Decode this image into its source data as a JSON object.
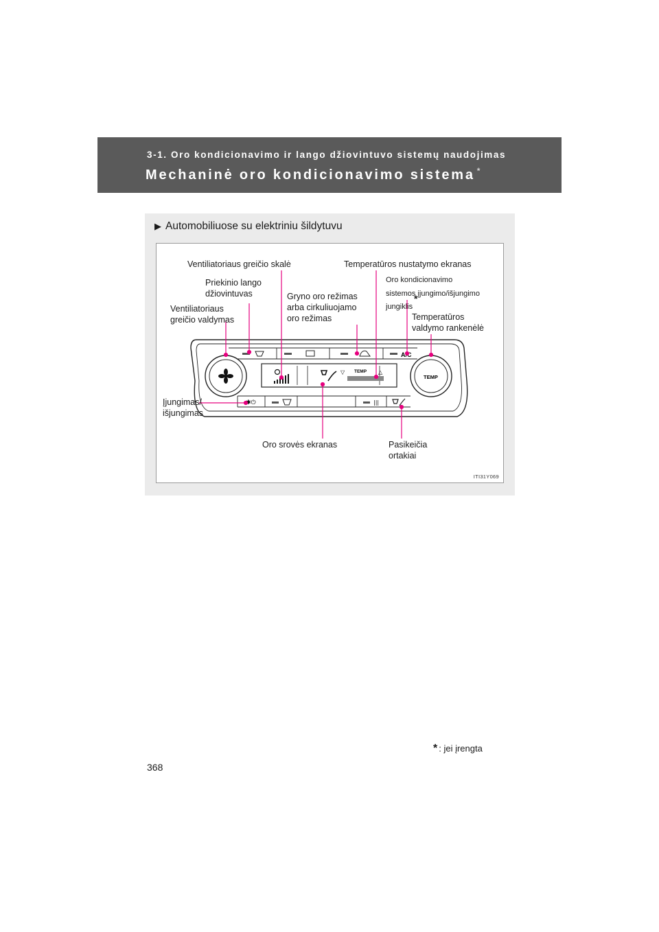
{
  "header": {
    "section": "3-1. Oro kondicionavimo ir lango džiovintuvo sistemų naudojimas",
    "title": "Mechaninė oro kondicionavimo sistema",
    "title_marker": "*"
  },
  "panel": {
    "variant_marker": "▶",
    "variant_title": "Automobiliuose su elektriniu šildytuvu"
  },
  "figure": {
    "code": "ITI31Y069",
    "labels": {
      "fan_speed_scale": "Ventiliatoriaus greičio skalė",
      "temp_display": "Temperatūros nustatymo ekranas",
      "windshield_l1": "Priekinio   lango",
      "windshield_l2": "džiovintuvas",
      "fresh_air_l1": "Gryno   oro   režimas",
      "fresh_air_l2": "arba    cirkuliuojamo",
      "fresh_air_l3": "oro režimas",
      "ac_l1": "Oro kondicionavimo",
      "ac_l2": "sistemos įjungimo/išjungimo",
      "ac_l3": "jungiklis",
      "ac_marker": "*",
      "fan_control_l1": "Ventiliatoriaus",
      "fan_control_l2": "greičio valdymas",
      "temp_knob_l1": "Temperatūros",
      "temp_knob_l2": "valdymo rankenėlė",
      "power_l1": "Įjungimas/",
      "power_l2": "išjungimas",
      "airflow_display": "Oro srovės ekranas",
      "vents_l1": "Pasikeičia",
      "vents_l2": "ortakiai"
    },
    "device": {
      "knob_right_label": "TEMP",
      "display_temp_label": "TEMP",
      "ac_button_label": "A/C"
    }
  },
  "footnote": {
    "marker": "*",
    "text": ": jei įrengta"
  },
  "page_number": "368",
  "colors": {
    "header_bg": "#5a5a5a",
    "panel_bg": "#ebebeb",
    "leader_line": "#e6007e"
  }
}
